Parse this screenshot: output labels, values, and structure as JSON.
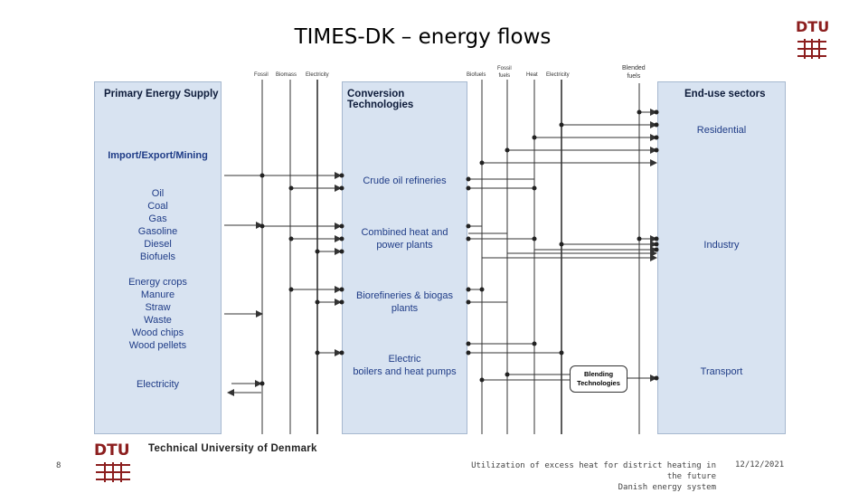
{
  "slide": {
    "title": "TIMES-DK – energy flows",
    "page_number": "8",
    "footer_note": "Utilization of excess heat for district heating in the future\nDanish energy system",
    "date": "12/12/2021"
  },
  "branding": {
    "logo_text": "DTU",
    "university": "Technical University of Denmark",
    "logo_color": "#8c1e1e"
  },
  "diagram": {
    "carriers_left": {
      "fossil": "Fossil",
      "biomass": "Biomass",
      "electricity": "Electricity"
    },
    "carriers_right": {
      "biofuels": "Biofuels",
      "fossil_fuels": "Fossil\nfuels",
      "heat": "Heat",
      "electricity": "Electricity",
      "blended_fuels": "Blended\nfuels"
    },
    "primary": {
      "header": "Primary Energy Supply",
      "section": "Import/Export/Mining",
      "fuels": "Oil\nCoal\nGas\nGasoline\nDiesel\nBiofuels",
      "biomass": "Energy crops\nManure\nStraw\nWaste\nWood chips\nWood pellets",
      "electricity": "Electricity"
    },
    "conversion": {
      "header": "Conversion Technologies",
      "refineries": "Crude oil refineries",
      "chp": "Combined heat and\npower plants",
      "biorefineries": "Biorefineries & biogas\nplants",
      "electric": "Electric\nboilers and heat pumps",
      "blending": "Blending\nTechnologies"
    },
    "enduse": {
      "header": "End-use sectors",
      "residential": "Residential",
      "industry": "Industry",
      "transport": "Transport"
    },
    "colors": {
      "box_fill": "#d8e3f1",
      "box_text": "#1f3c87",
      "line": "#333333"
    }
  }
}
